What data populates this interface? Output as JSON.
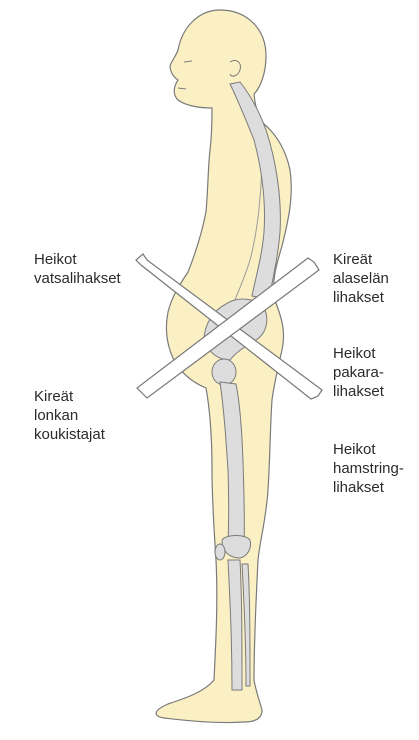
{
  "labels": {
    "left_top": [
      "Heikot",
      "vatsalihakset"
    ],
    "left_bottom": [
      "Kireät",
      "lonkan",
      "koukistajat"
    ],
    "right_1": [
      "Kireät",
      "alaselän",
      "lihakset"
    ],
    "right_2": [
      "Heikot",
      "pakara-",
      "lihakset"
    ],
    "right_3": [
      "Heikot",
      "hamstring-",
      "lihakset"
    ]
  },
  "colors": {
    "skin": "#fbf0c4",
    "outline": "#7a7a7a",
    "bone": "#dddddd",
    "cross": "#777777",
    "text": "#2b2b2b"
  }
}
